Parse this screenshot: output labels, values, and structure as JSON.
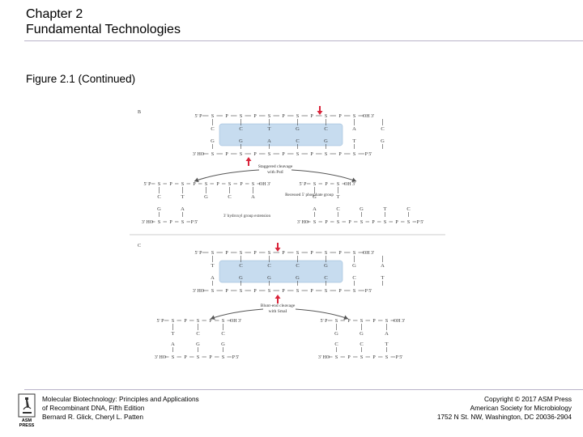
{
  "header": {
    "chapter": "Chapter 2",
    "subtitle": "Fundamental Technologies"
  },
  "figure_title": "Figure 2.1 (Continued)",
  "panel_b": {
    "label": "B",
    "top_strand": [
      "5' P",
      "S",
      "P",
      "S",
      "P",
      "S",
      "P",
      "S",
      "P",
      "S",
      "P",
      "S",
      "OH 3'"
    ],
    "top_bases": [
      "C",
      "C",
      "T",
      "G",
      "C",
      "A",
      "C"
    ],
    "bottom_bases": [
      "G",
      "G",
      "A",
      "C",
      "G",
      "T",
      "G"
    ],
    "bottom_strand": [
      "3' HO",
      "S",
      "P",
      "S",
      "P",
      "S",
      "P",
      "S",
      "P",
      "S",
      "P",
      "S",
      "P 5'"
    ],
    "enzyme_label": "Staggered cleavage with PstI",
    "left_product": {
      "top": [
        "5' P",
        "S",
        "P",
        "S",
        "P",
        "S",
        "P",
        "S",
        "P",
        "S",
        "OH 3'"
      ],
      "top_bases": [
        "C",
        "T",
        "G",
        "C",
        "A"
      ],
      "bottom": [
        "3' HO",
        "S",
        "P",
        "S",
        "P 5'"
      ],
      "bottom_bases": [
        "G",
        "A"
      ]
    },
    "right_product": {
      "top": [
        "5' P",
        "S",
        "P",
        "S",
        "OH 3'"
      ],
      "top_bases": [
        "G",
        "T"
      ],
      "bottom": [
        "3' HO",
        "S",
        "P",
        "S",
        "P",
        "S",
        "P",
        "S",
        "P",
        "S",
        "P 5'"
      ],
      "bottom_bases": [
        "A",
        "C",
        "G",
        "T",
        "C"
      ]
    },
    "annotation_recessed": "Recessed 5' phosphate group",
    "annotation_extension": "3' hydroxyl group extension"
  },
  "panel_c": {
    "label": "C",
    "top_strand": [
      "5' P",
      "S",
      "P",
      "S",
      "P",
      "S",
      "P",
      "S",
      "P",
      "S",
      "P",
      "S",
      "OH 3'"
    ],
    "top_bases": [
      "T",
      "C",
      "C",
      "C",
      "G",
      "G",
      "A"
    ],
    "bottom_bases": [
      "A",
      "G",
      "G",
      "G",
      "C",
      "C",
      "T"
    ],
    "bottom_strand": [
      "3' HO",
      "S",
      "P",
      "S",
      "P",
      "S",
      "P",
      "S",
      "P",
      "S",
      "P",
      "S",
      "P 5'"
    ],
    "enzyme_label": "Blunt-end cleavage with SmaI",
    "left_product": {
      "top": [
        "5' P",
        "S",
        "P",
        "S",
        "P",
        "S",
        "OH 3'"
      ],
      "top_bases": [
        "T",
        "C",
        "C"
      ],
      "bottom": [
        "3' HO",
        "S",
        "P",
        "S",
        "P",
        "S",
        "P 5'"
      ],
      "bottom_bases": [
        "A",
        "G",
        "G"
      ]
    },
    "right_product": {
      "top": [
        "5' P",
        "S",
        "P",
        "S",
        "P",
        "S",
        "OH 3'"
      ],
      "top_bases": [
        "G",
        "G",
        "A"
      ],
      "bottom": [
        "3' HO",
        "S",
        "P",
        "S",
        "P",
        "S",
        "P 5'"
      ],
      "bottom_bases": [
        "C",
        "C",
        "T"
      ]
    }
  },
  "footer": {
    "book_title_1": "Molecular Biotechnology: Principles and Applications",
    "book_title_2": "of Recombinant DNA, Fifth Edition",
    "authors": "Bernard R. Glick, Cheryl L. Patten",
    "copyright": "Copyright © 2017 ASM Press",
    "society": "American Society for Microbiology",
    "address": "1752 N St. NW, Washington, DC 20036-2904",
    "logo_text": "ASM PRESS"
  },
  "colors": {
    "highlight": "#c7dcef",
    "arrow": "#d9243a",
    "strand": "#444444",
    "rule": "#b9b3c9"
  }
}
